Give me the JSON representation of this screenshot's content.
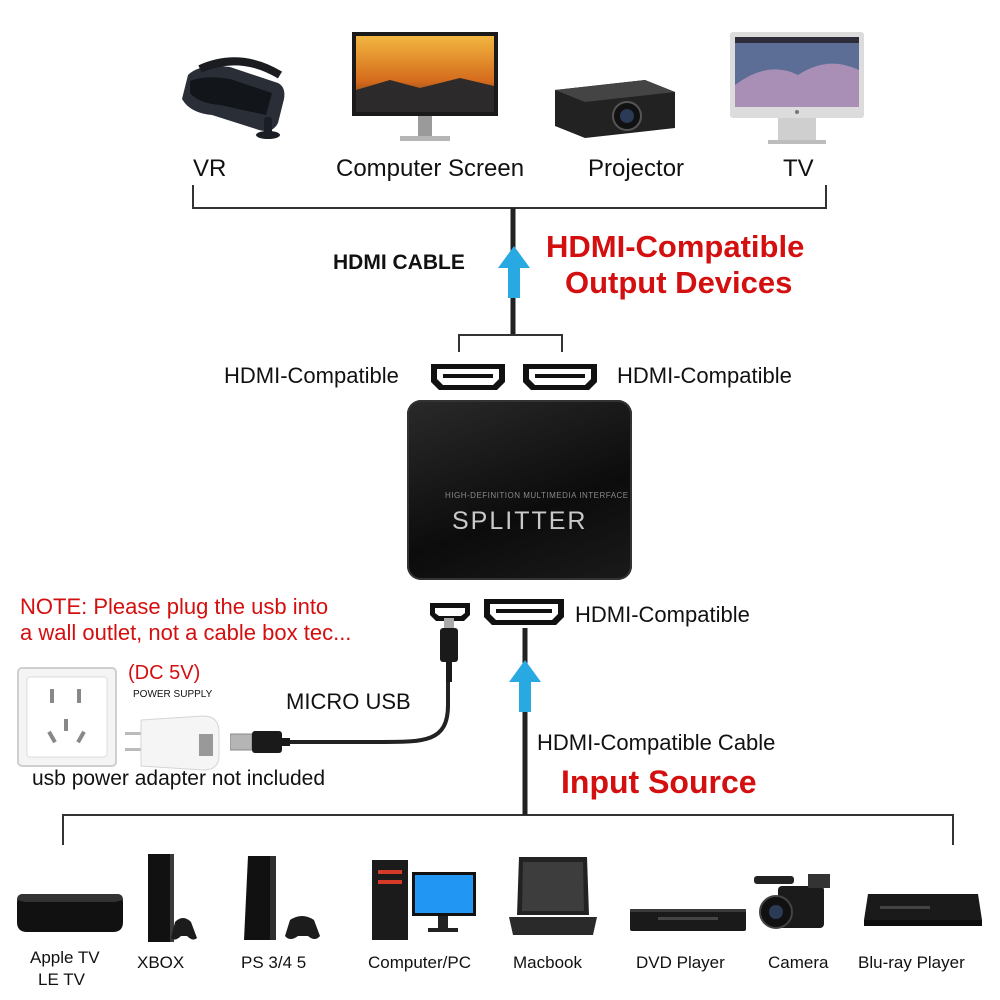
{
  "outputs": {
    "vr": "VR",
    "screen": "Computer Screen",
    "projector": "Projector",
    "tv": "TV"
  },
  "hdmi_cable": "HDMI CABLE",
  "output_title_line1": "HDMI-Compatible",
  "output_title_line2": "Output Devices",
  "port_left": "HDMI-Compatible",
  "port_right": "HDMI-Compatible",
  "splitter": {
    "small_text": "HIGH-DEFINITION  MULTIMEDIA  INTERFACE",
    "name": "SPLITTER"
  },
  "input_port": "HDMI-Compatible",
  "note_line1": "NOTE: Please plug the usb into",
  "note_line2": "a wall outlet, not a cable box tec...",
  "dc": "(DC 5V)",
  "power_supply": "POWER SUPPLY",
  "micro_usb": "MICRO USB",
  "adapter_note": "usb power adapter not included",
  "input_cable": "HDMI-Compatible Cable",
  "input_title": "Input Source",
  "inputs": {
    "apple_tv_1": "Apple TV",
    "apple_tv_2": "LE TV",
    "xbox": "XBOX",
    "ps": "PS 3/4 5",
    "pc": "Computer/PC",
    "macbook": "Macbook",
    "dvd": "DVD Player",
    "camera": "Camera",
    "bluray": "Blu-ray Player"
  },
  "colors": {
    "accent_red": "#d40f0f",
    "arrow_blue": "#29a9e1"
  }
}
